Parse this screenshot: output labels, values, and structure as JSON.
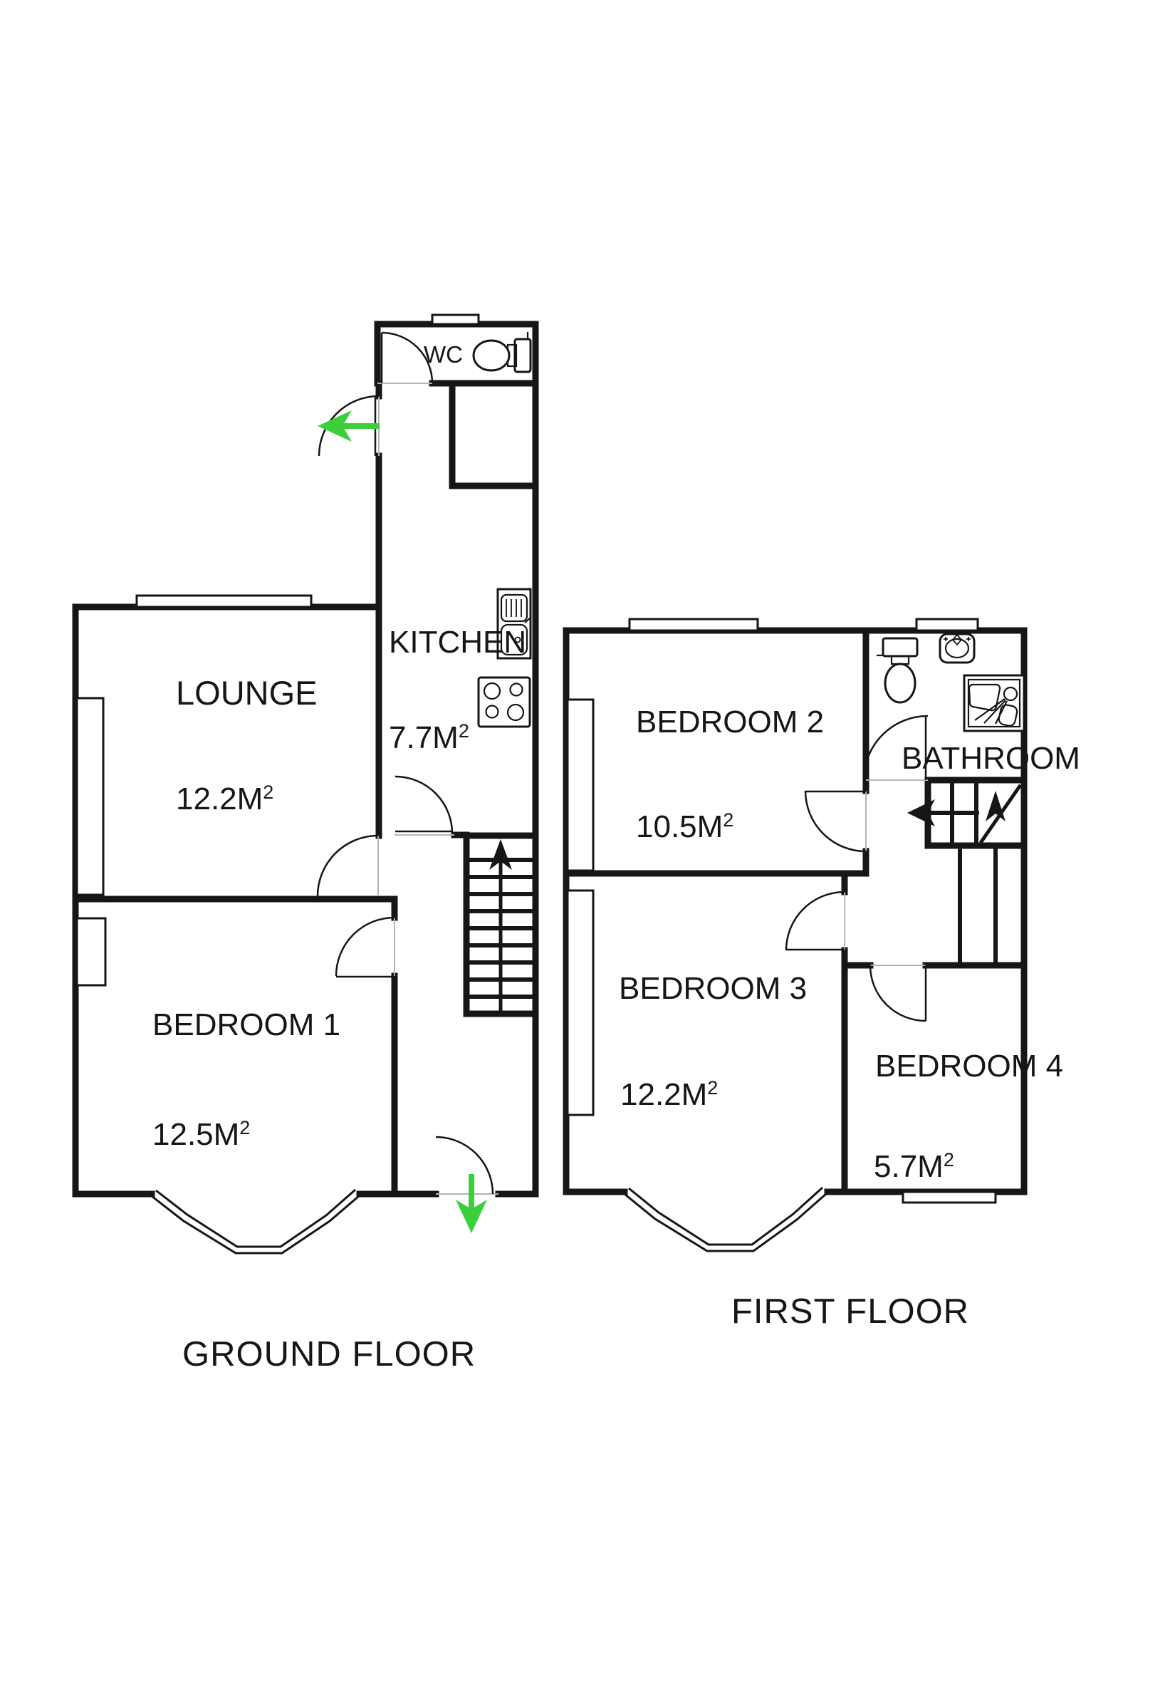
{
  "colors": {
    "wall": "#161616",
    "accent_green": "#3bcf3c",
    "background": "#ffffff"
  },
  "ground_floor": {
    "title": "GROUND FLOOR",
    "wc": {
      "name": "WC"
    },
    "kitchen": {
      "name": "KITCHEN",
      "area": "7.7M",
      "area_sup": "2"
    },
    "lounge": {
      "name": "LOUNGE",
      "area": "12.2M",
      "area_sup": "2"
    },
    "bedroom1": {
      "name": "BEDROOM 1",
      "area": "12.5M",
      "area_sup": "2"
    }
  },
  "first_floor": {
    "title": "FIRST FLOOR",
    "bedroom2": {
      "name": "BEDROOM 2",
      "area": "10.5M",
      "area_sup": "2"
    },
    "bathroom": {
      "name": "BATHROOM"
    },
    "bedroom3": {
      "name": "BEDROOM 3",
      "area": "12.2M",
      "area_sup": "2"
    },
    "bedroom4": {
      "name": "BEDROOM 4",
      "area": "5.7M",
      "area_sup": "2"
    }
  },
  "icons": {
    "toilet": "toilet-icon",
    "kitchen_sink": "kitchen-sink-icon",
    "hob": "hob-icon",
    "basin": "basin-icon",
    "shower": "shower-icon",
    "stairs_up_arrow": "stairs-up-arrow-icon",
    "stairs_direction_arrow": "stairs-direction-arrow-icon",
    "entrance_arrow": "entrance-arrow-icon"
  }
}
